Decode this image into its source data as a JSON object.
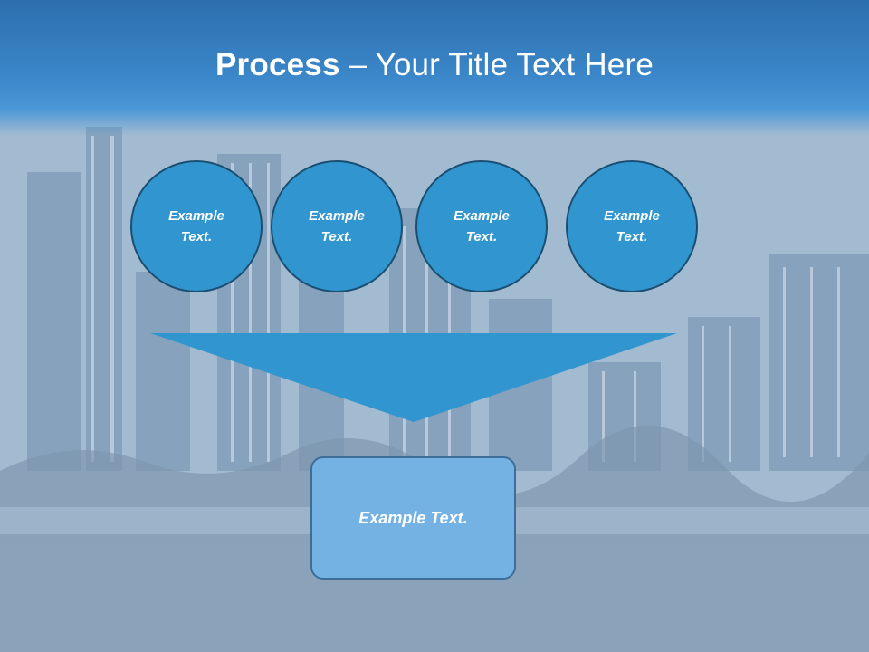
{
  "slide": {
    "title_bold": "Process",
    "title_rest": " – Your Title Text Here",
    "circles": [
      {
        "line1": "Example",
        "line2": "Text."
      },
      {
        "line1": "Example",
        "line2": "Text."
      },
      {
        "line1": "Example",
        "line2": "Text."
      },
      {
        "line1": "Example",
        "line2": "Text."
      }
    ],
    "result_box": "Example Text."
  },
  "colors": {
    "title_band": "#3a86c8",
    "circle_fill": "#3195cf",
    "circle_border": "#1b4f72",
    "funnel_fill": "#3195cf",
    "box_fill": "#74b2e4",
    "box_border": "#3d6d98"
  }
}
